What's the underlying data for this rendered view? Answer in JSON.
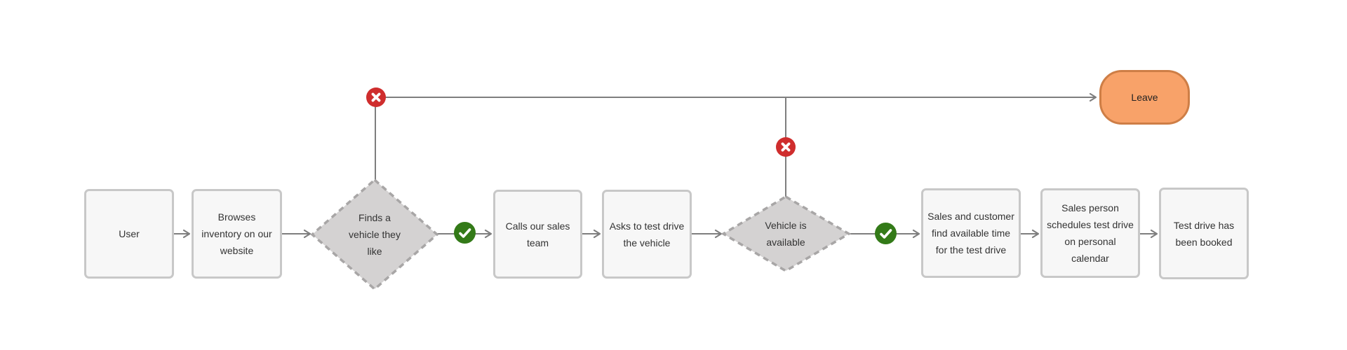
{
  "diagram": {
    "type": "flowchart",
    "nodes": {
      "user": {
        "label": "User",
        "shape": "rectangle"
      },
      "browse_inventory": {
        "label": "Browses inventory on our website",
        "shape": "rectangle"
      },
      "finds_vehicle": {
        "label": "Finds a vehicle they like",
        "shape": "decision"
      },
      "calls_sales_team": {
        "label": "Calls our sales team",
        "shape": "rectangle"
      },
      "asks_test_drive": {
        "label": "Asks to test drive the vehicle",
        "shape": "rectangle"
      },
      "vehicle_available": {
        "label": "Vehicle is available",
        "shape": "decision"
      },
      "find_available_time": {
        "label": "Sales and customer find available time for the test drive",
        "shape": "rectangle"
      },
      "schedules_test_drive": {
        "label": "Sales person schedules test drive on personal calendar",
        "shape": "rectangle"
      },
      "test_drive_booked": {
        "label": "Test drive has been booked",
        "shape": "rectangle"
      },
      "leave": {
        "label": "Leave",
        "shape": "terminator"
      }
    },
    "badges": {
      "success": "check",
      "fail": "x"
    },
    "colors": {
      "background": "#ffffff",
      "process_fill": "#f7f7f7",
      "process_border": "#c8c8c8",
      "decision_fill": "#d4d2d2",
      "decision_border": "#a8a6a6",
      "connector": "#7e7e7e",
      "fail_badge": "#cf2d2d",
      "success_badge": "#337a18",
      "terminator_fill": "#f8a269",
      "terminator_border": "#ce7e46",
      "text": "#333333"
    }
  }
}
